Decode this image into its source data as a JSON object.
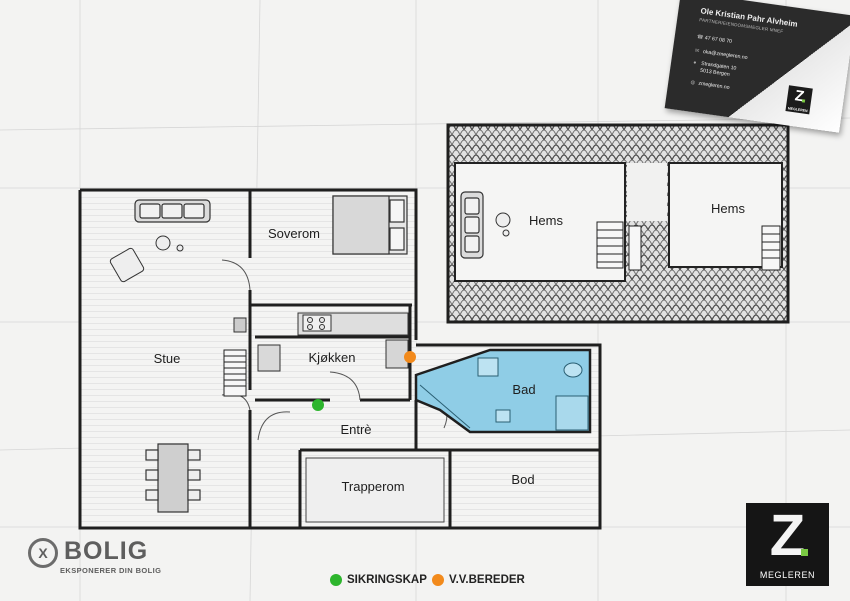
{
  "rooms": {
    "stue": "Stue",
    "soverom": "Soverom",
    "kjokken": "Kjøkken",
    "entre": "Entrè",
    "trapperom": "Trapperom",
    "bod": "Bod",
    "bad": "Bad",
    "hems_1": "Hems",
    "hems_2": "Hems"
  },
  "legend": {
    "sikringsskap": "SIKRINGSKAP",
    "vvbereder": "V.V.BEREDER"
  },
  "card": {
    "name": "Ole Kristian Pahr Alvheim",
    "title": "PARTNER/EIENDOMSMEGLER MNEF",
    "phone": "47 67 08 70",
    "email": "oka@zmegleren.no",
    "address_line1": "Strandgaten 10",
    "address_line2": "5013 Bergen",
    "web": "zmegleren.no",
    "logo_letter": "Z",
    "logo_word": "MEGLEREN"
  },
  "brand": {
    "logo_letter": "Z",
    "logo_word": "MEGLEREN"
  },
  "bolig": {
    "name": "BOLIG",
    "ring_letter": "X",
    "tagline": "EKSPONERER DIN BOLIG"
  },
  "colors": {
    "bathroom": "#8fcde6",
    "sikringsskap": "#2db52d",
    "vvbereder": "#f28a1c",
    "accent_green": "#7ac943"
  }
}
